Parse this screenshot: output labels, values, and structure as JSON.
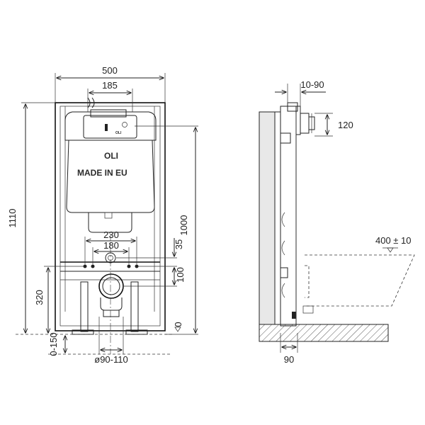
{
  "front_view": {
    "dimensions": {
      "overall_width": "500",
      "actuator_width": "185",
      "overall_height": "1110",
      "flush_height": "1000",
      "outlet_height": "320",
      "outlet_spacing": "230",
      "bolt_spacing": "180",
      "inlet_offset": "35",
      "drain_offset": "100",
      "leg_adjust": "0-150",
      "drain_diameter": "ø90-110",
      "floor_zero": "0"
    },
    "cistern": {
      "brand": "OLI",
      "made_in": "MADE IN EU",
      "panel_brand": "OLI"
    }
  },
  "side_view": {
    "dimensions": {
      "depth_range": "10-90",
      "inlet_height": "120",
      "bowl_projection": "400 ± 10",
      "wall_offset": "90"
    }
  }
}
